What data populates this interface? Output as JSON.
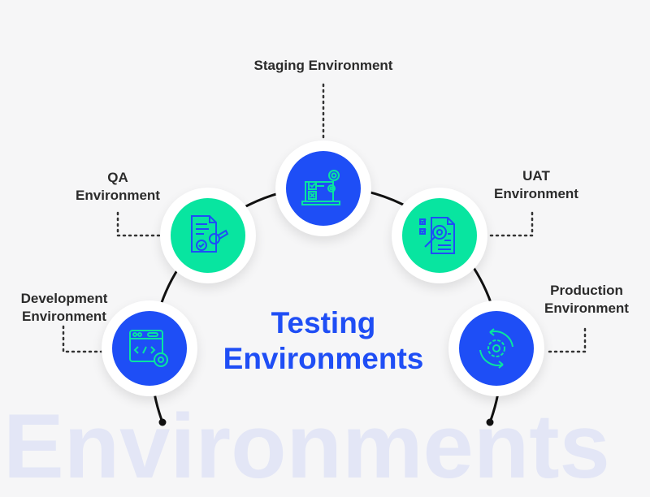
{
  "watermark": "Environments",
  "title": {
    "line1": "Testing",
    "line2": "Environments"
  },
  "nodes": {
    "staging": {
      "label": "Staging Environment",
      "icon": "checklist-gears-icon"
    },
    "qa": {
      "label1": "QA",
      "label2": "Environment",
      "icon": "document-stamp-icon"
    },
    "uat": {
      "label1": "UAT",
      "label2": "Environment",
      "icon": "document-search-icon"
    },
    "development": {
      "label1": "Development",
      "label2": "Environment",
      "icon": "code-window-gear-icon"
    },
    "production": {
      "label1": "Production",
      "label2": "Environment",
      "icon": "gear-cycle-icon"
    }
  },
  "colors": {
    "blue": "#1e4ef6",
    "green": "#08e5a0",
    "text": "#2b2b2b"
  }
}
